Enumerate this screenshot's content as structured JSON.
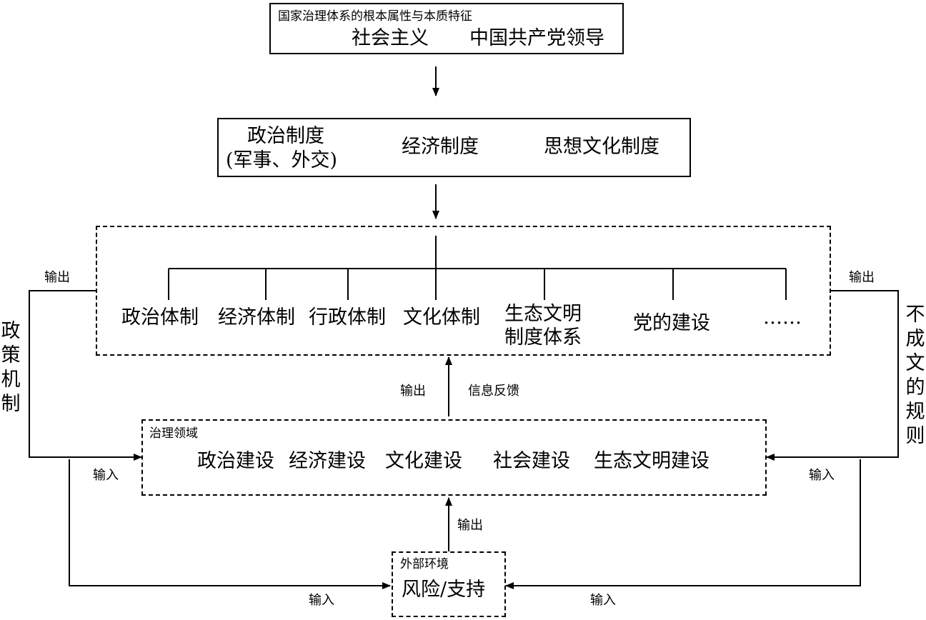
{
  "top_box": {
    "caption": "国家治理体系的根本属性与本质特征",
    "item1": "社会主义",
    "item2": "中国共产党领导"
  },
  "system_box": {
    "political_line1": "政治制度",
    "political_line2": "(军事、外交)",
    "economic": "经济制度",
    "ideology": "思想文化制度"
  },
  "mechanism_box": {
    "items": [
      "政治体制",
      "经济体制",
      "行政体制",
      "文化体制",
      "生态文明",
      "制度体系",
      "党的建设",
      "……"
    ]
  },
  "governance_box": {
    "caption": "治理领域",
    "items": [
      "政治建设",
      "经济建设",
      "文化建设",
      "社会建设",
      "生态文明建设"
    ]
  },
  "env_box": {
    "caption": "外部环境",
    "content": "风险/支持"
  },
  "left_side": {
    "vertical": "政策机制",
    "output": "输出",
    "input": "输入"
  },
  "right_side": {
    "vertical": "不成文的规则",
    "output": "输出",
    "input": "输入"
  },
  "center_links": {
    "output_left": "输出",
    "feedback": "信息反馈",
    "env_output": "输出"
  },
  "bottom_links": {
    "input_left": "输入",
    "input_right": "输入"
  }
}
